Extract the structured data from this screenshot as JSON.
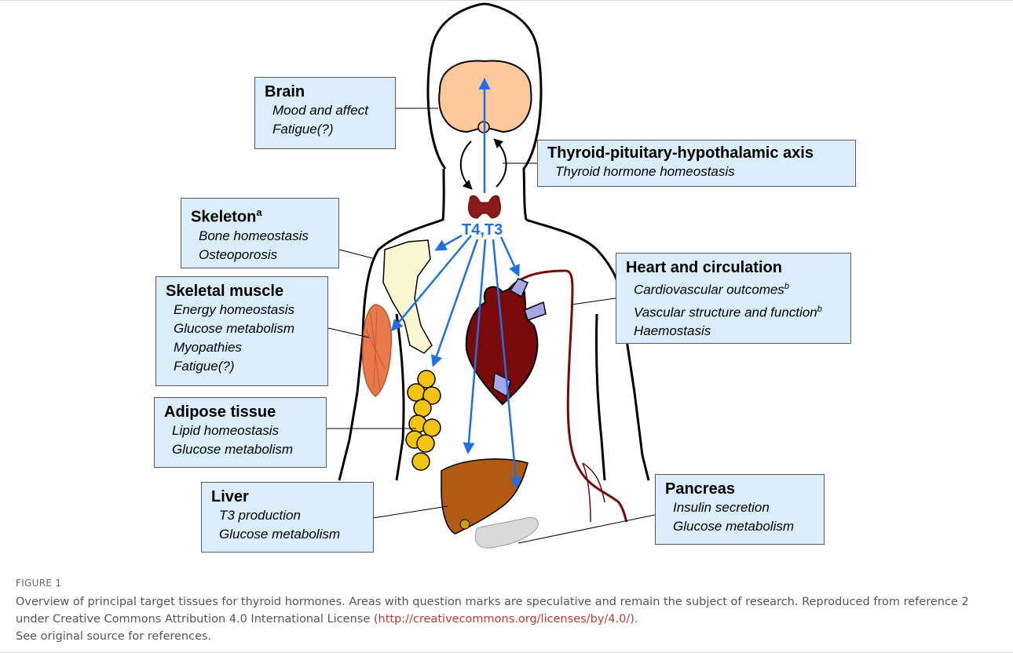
{
  "hormone_label": "T4,T3",
  "boxes": {
    "brain": {
      "title": "Brain",
      "items": [
        "Mood and affect",
        "Fatigue(?)"
      ]
    },
    "axis": {
      "title": "Thyroid-pituitary-hypothalamic axis",
      "items": [
        "Thyroid hormone homeostasis"
      ]
    },
    "skeleton": {
      "title": "Skeleton",
      "title_sup": "a",
      "items": [
        "Bone homeostasis",
        "Osteoporosis"
      ]
    },
    "muscle": {
      "title": "Skeletal muscle",
      "items": [
        "Energy homeostasis",
        "Glucose metabolism",
        "Myopathies",
        "Fatigue(?)"
      ]
    },
    "heart": {
      "title": "Heart and circulation",
      "items": [
        "Cardiovascular outcomes",
        "Vascular structure and function",
        "Haemostasis"
      ],
      "item_sups": [
        "b",
        "b",
        ""
      ]
    },
    "adipose": {
      "title": "Adipose tissue",
      "items": [
        "Lipid homeostasis",
        "Glucose metabolism"
      ]
    },
    "liver": {
      "title": "Liver",
      "items": [
        "T3 production",
        "Glucose metabolism"
      ]
    },
    "pancreas": {
      "title": "Pancreas",
      "items": [
        "Insulin secretion",
        "Glucose metabolism"
      ]
    }
  },
  "caption": {
    "label": "FIGURE 1",
    "text_before_link": "Overview of principal target tissues for thyroid hormones. Areas with question marks are speculative and remain the subject of research. Reproduced from reference 2 under Creative Commons Attribution 4.0 International License (",
    "link": "http://creativecommons.org/licenses/by/4.0/",
    "text_after_link": ").",
    "line2": "See original source for references."
  },
  "colors": {
    "box_fill": "#d9eefa",
    "arrow_blue": "#1e6fe8",
    "heart": "#7a0a0a",
    "vessel_lilac": "#a7a7e6",
    "liver": "#b05a14",
    "adipose": "#f2c40f",
    "skeleton": "#fbf7d0",
    "brain": "#fdc89a",
    "muscle": "#e8794a",
    "thyroid": "#8b1a1a",
    "pancreas": "#d9d9d9"
  }
}
